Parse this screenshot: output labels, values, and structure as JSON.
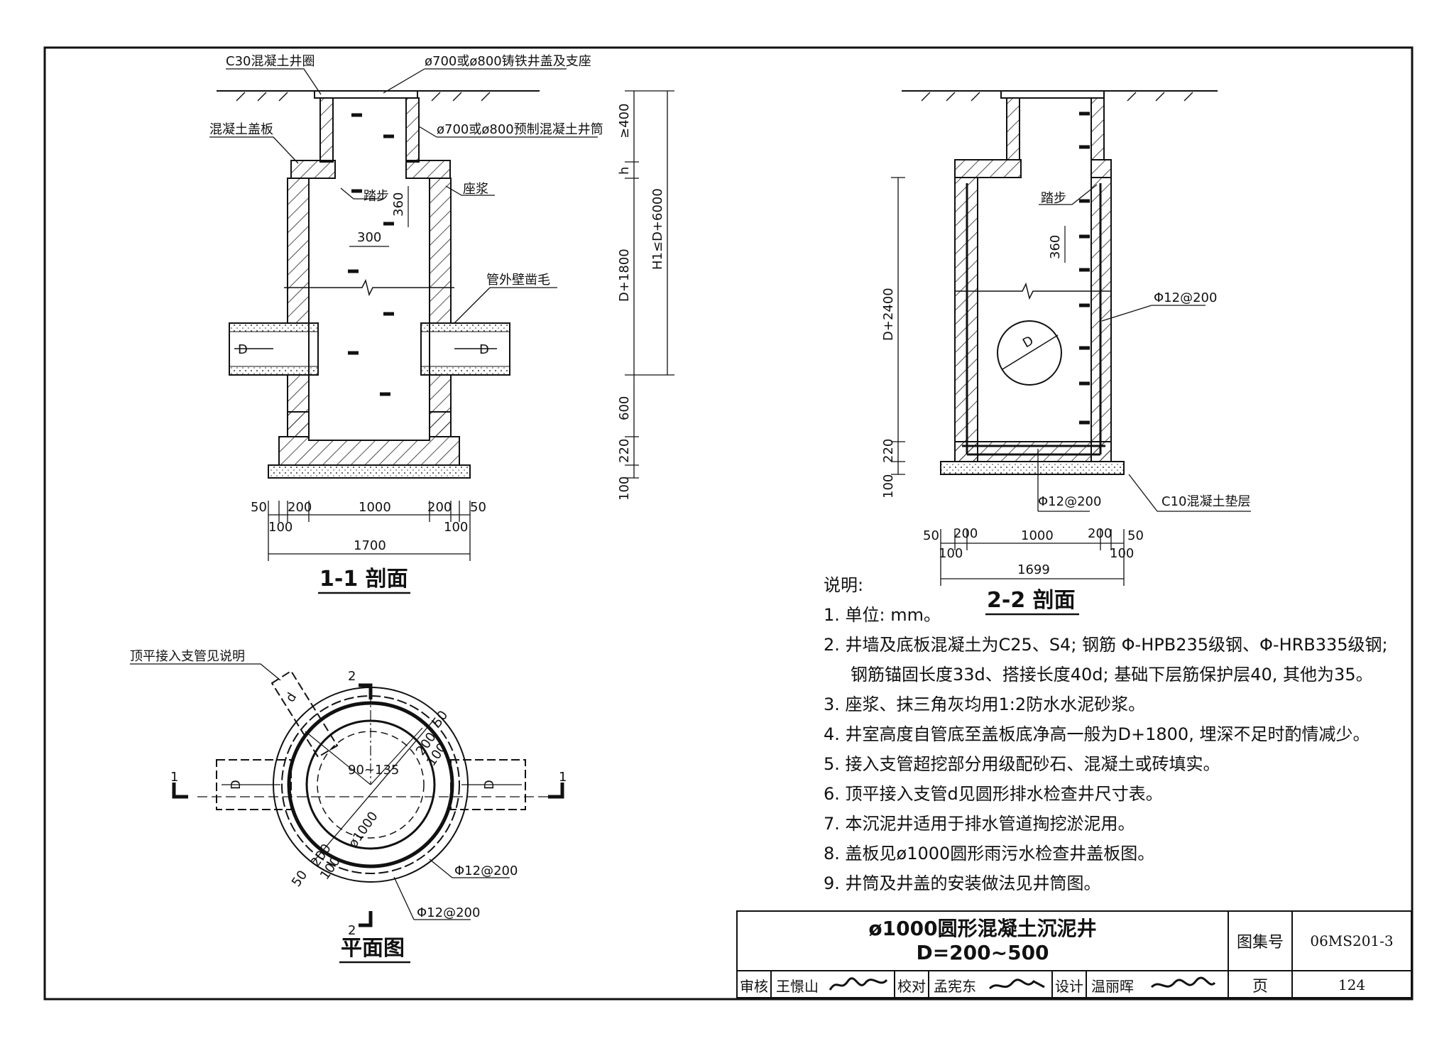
{
  "section_1": {
    "title": "1-1 剖面",
    "labels": {
      "ring": "C30混凝土井圈",
      "cover": "ø700或ø800铸铁井盖及支座",
      "slab": "混凝土盖板",
      "shaft": "ø700或ø800预制混凝土井筒",
      "step": "踏步",
      "mortar": "座浆",
      "roughen": "管外壁凿毛",
      "pipe": "D"
    },
    "dims": {
      "d400": "≥400",
      "dh": "h",
      "d1800": "D+1800",
      "dH1": "H1≤D+6000",
      "d600": "600",
      "d220": "220",
      "d100": "100",
      "step360": "360",
      "step300": "300",
      "b50": "50",
      "b200": "200",
      "b1000": "1000",
      "b100": "100",
      "total": "1700"
    }
  },
  "section_2": {
    "title": "2-2 剖面",
    "labels": {
      "step": "踏步",
      "rebar": "Φ12@200",
      "rebar_bottom": "Φ12@200",
      "base": "C10混凝土垫层",
      "pipe": "D"
    },
    "dims": {
      "d2400": "D+2400",
      "d220": "220",
      "d100": "100",
      "step360": "360",
      "b50": "50",
      "b200": "200",
      "b1000": "1000",
      "b100": "100",
      "total": "1699"
    }
  },
  "plan": {
    "title": "平面图",
    "labels": {
      "branch": "顶平接入支管见说明",
      "angle": "90~135",
      "dia": "ø1000",
      "rebar1": "Φ12@200",
      "rebar2": "Φ12@200",
      "pipe": "D",
      "branch_d": "d",
      "sec1": "1",
      "sec2": "2"
    },
    "dims": {
      "d50": "50",
      "d200": "200",
      "d100": "100"
    }
  },
  "notes": {
    "heading": "说明:",
    "items": [
      "1. 单位: mm。",
      "2. 井墙及底板混凝土为C25、S4; 钢筋 Φ-HPB235级钢、Φ-HRB335级钢;",
      "钢筋锚固长度33d、搭接长度40d; 基础下层筋保护层40, 其他为35。",
      "3. 座浆、抹三角灰均用1:2防水水泥砂浆。",
      "4. 井室高度自管底至盖板底净高一般为D+1800, 埋深不足时酌情减少。",
      "5. 接入支管超挖部分用级配砂石、混凝土或砖填实。",
      "6. 顶平接入支管d见圆形排水检查井尺寸表。",
      "7. 本沉泥井适用于排水管道掏挖淤泥用。",
      "8. 盖板见ø1000圆形雨污水检查井盖板图。",
      "9. 井筒及井盖的安装做法见井筒图。"
    ]
  },
  "titleblock": {
    "title_line1": "ø1000圆形混凝土沉泥井",
    "title_line2": "D=200~500",
    "atlas_label": "图集号",
    "atlas_no": "06MS201-3",
    "page_label": "页",
    "page_no": "124",
    "review_label": "审核",
    "reviewer": "王憬山",
    "check_label": "校对",
    "checker": "孟宪东",
    "design_label": "设计",
    "designer": "温丽晖"
  }
}
